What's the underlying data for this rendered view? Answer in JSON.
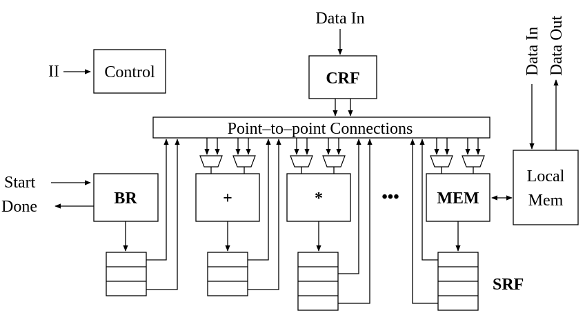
{
  "labels": {
    "crf_data_in": "Data In",
    "ii": "II",
    "control": "Control",
    "crf": "CRF",
    "interconnect": "Point–to–point Connections",
    "start": "Start",
    "done": "Done",
    "br": "BR",
    "add": "+",
    "mul": "*",
    "ellipsis": "•••",
    "mem": "MEM",
    "local_mem_line1": "Local",
    "local_mem_line2": "Mem",
    "mem_data_in": "Data In",
    "mem_data_out": "Data Out",
    "srf": "SRF"
  },
  "colors": {
    "stroke": "#000000",
    "fill": "#ffffff",
    "text": "#000000"
  }
}
